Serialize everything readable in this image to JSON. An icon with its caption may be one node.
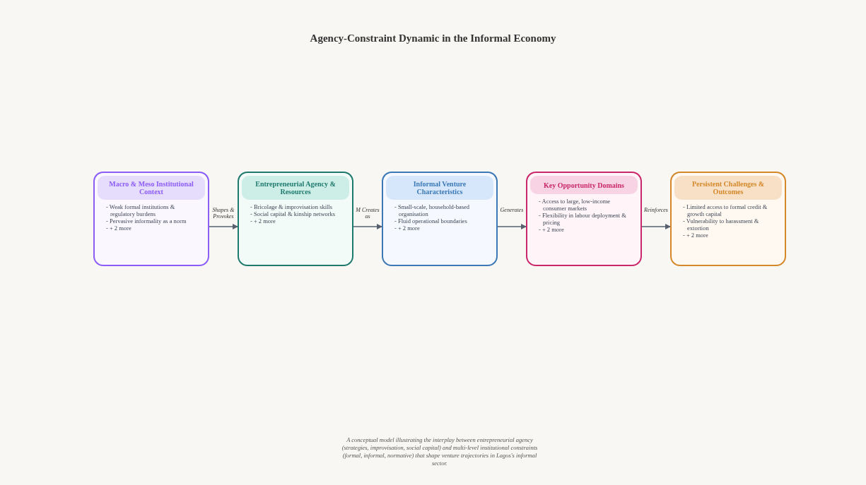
{
  "diagram": {
    "title": "Agency-Constraint Dynamic in the Informal Economy",
    "nodes": [
      {
        "text": [
          "Macro & Meso Institutional Context",
          "- Weak formal institutions & regulatory burdens",
          "- Pervasive informality as a norm",
          "- + 2 more"
        ]
      },
      {
        "text": [
          "Entrepreneurial Agency & Resources",
          "- Bricolage & improvisation skills",
          "- Social capital & kinship networks",
          "- + 2 more"
        ]
      },
      {
        "text": [
          "Informal Venture Characteristics",
          "- Small-scale, household-based organisation",
          "- Fluid operational boundaries",
          "- + 2 more"
        ]
      },
      {
        "text": [
          "Key Opportunity Domains",
          "- Access to large, low-income consumer markets",
          "- Flexibility in labour deployment & pricing",
          "- + 2 more"
        ]
      },
      {
        "text": [
          "Persistent Challenges & Outcomes",
          "- Limited access to formal credit & growth capital",
          "- Vulnerability to harassment & extortion",
          "- + 2 more"
        ]
      }
    ],
    "edges": [
      {
        "from": 0,
        "to": 1,
        "arrow": "to",
        "label": "Shapes & Provokes"
      },
      {
        "from": 1,
        "to": 2,
        "arrow": "to",
        "label": "M Creates as"
      },
      {
        "from": 2,
        "to": 3,
        "arrow": "to",
        "label": "Generates"
      },
      {
        "from": 3,
        "to": 4,
        "arrow": "to",
        "label": "Reinforces"
      }
    ],
    "caption": "A conceptual model illustrating the interplay between entrepreneurial agency (strategies, improvisation, social capital) and multi-level institutional constraints (formal, informal, normative) that shape venture trajectories in Lagos's informal sector."
  }
}
